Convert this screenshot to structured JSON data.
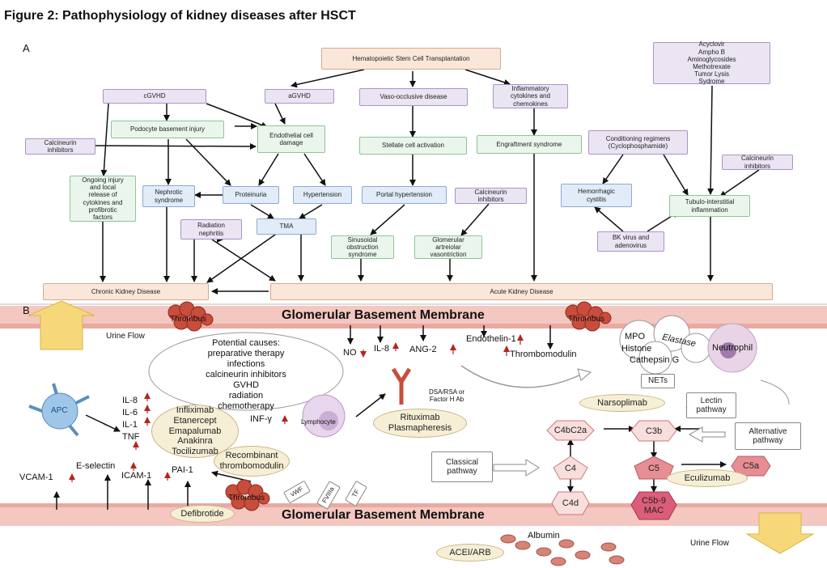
{
  "figure_title": "Figure 2: Pathophysiology of kidney diseases after HSCT",
  "panel_a": {
    "label": "A",
    "hsct": "Hematopoietic Stem Cell Transplantation",
    "cgvhd": "cGVHD",
    "agvhd": "aGVHD",
    "vod": "Vaso-occlusive disease",
    "infl": "Inflammatory\ncytokines and\nchemokines",
    "drugs": "Acyclovir\nAmpho B\nAminoglycosides\nMethotrexate\nTumor Lysis\nSydrome",
    "podocyte": "Podocyte basement injury",
    "endo": "Endothelial cell\ndamage",
    "calc1": "Calcineurin\ninhibitors",
    "stellate": "Stellate cell activation",
    "engraft": "Engraftment syndrome",
    "cond": "Conditioning regimens\n(Cyclophosphamide)",
    "calc2": "Calcineurin\ninhibitors",
    "ongoing": "Ongoing injury\nand local\nrelease of\ncytokines and\nprofibrotic\nfactors",
    "nephrotic": "Nephrotic\nsyndrome",
    "proteinuria": "Proteinuria",
    "hypertension": "Hypertension",
    "portal": "Portal hypertension",
    "calc3": "Calcineurin\ninhibitors",
    "hemo": "Hemorrhagic\ncystitis",
    "tubulo": "Tubulo-interstitial\ninflammation",
    "radiation": "Radiation\nnephritis",
    "tma": "TMA",
    "sos": "Sinusoidal\nobstruction\nsyndrome",
    "glom": "Glomerular\nartreiolar\nvasontriction",
    "bk": "BK virus and\nadenovirus",
    "ckd": "Chronic Kidney Disease",
    "aki": "Acute Kidney Disease"
  },
  "panel_b": {
    "label": "B",
    "gbm_top": "Glomerular Basement Membrane",
    "gbm_bottom": "Glomerular Basement Membrane",
    "thrombus1": "Thrombus",
    "thrombus2": "Thrombus",
    "thrombus3": "Thrombus",
    "urine1": "Urine Flow",
    "urine2": "Urine Flow",
    "causes": "Potential causes:\npreparative therapy\ninfections\ncalcineurin inhibitors\nGVHD\nradiation\nchemotherapy",
    "no": "NO",
    "il8": "IL-8",
    "ang2": "ANG-2",
    "endothelin": "Endothelin-1",
    "thrombomodulin": "Thrombomodulin",
    "mpo": "MPO",
    "histone": "Histone",
    "cathepsin": "Cathepsin G",
    "elastase": "Elastase",
    "neutrophil": "Neutrophil",
    "nets": "NETs",
    "apc": "APC",
    "cyto": "IL-8\nIL-6\nIL-1\nTNF",
    "biologics": "Infliximab\nEtanercept\nEmapalumab\nAnakinra\nTocilizumab",
    "infg": "INF-γ",
    "lymphocyte": "Lymphocyte",
    "dsa": "DSA/RSA or\nFactor H Ab",
    "ritux": "Rituximab\nPlasmapheresis",
    "narso": "Narsoplimab",
    "lectin": "Lectin\npathway",
    "c4b2a": "C4bC2a",
    "c3b": "C3b",
    "alt": "Alternative\npathway",
    "classical": "Classical\npathway",
    "c4": "C4",
    "c5": "C5",
    "c5a": "C5a",
    "ecu": "Eculizumab",
    "c4d": "C4d",
    "c5b9": "C5b-9\nMAC",
    "rtm": "Recombinant\nthrombomodulin",
    "pai": "PAI-1",
    "vcam": "VCAM-1",
    "esel": "E-selectin",
    "icam": "ICAM-1",
    "defi": "Defibrotide",
    "vwf": "vWF",
    "f8": "FVIIIa",
    "tf": "TF",
    "albumin": "Albumin",
    "acei": "ACEI/ARB"
  },
  "colors": {
    "membrane": "#f4c7c0",
    "thrombus": "#c94d3c",
    "arrow_yellow": "#f6d879",
    "accent_red": "#b3261e"
  }
}
